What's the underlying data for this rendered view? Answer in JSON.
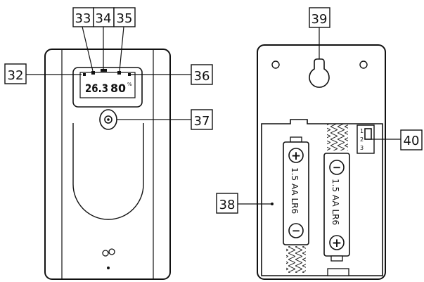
{
  "callouts": {
    "c32": "32",
    "c33": "33",
    "c34": "34",
    "c35": "35",
    "c36": "36",
    "c37": "37",
    "c38": "38",
    "c39": "39",
    "c40": "40"
  },
  "front_unit": {
    "display": {
      "reading_left": "26.3",
      "reading_right": "80",
      "unit_mark": "%"
    }
  },
  "back_unit": {
    "battery_left": {
      "label": "1.5 AA LR6",
      "top_sign": "+",
      "bottom_sign": "−"
    },
    "battery_right": {
      "label": "1.5 AA LR6",
      "top_sign": "−",
      "bottom_sign": "+"
    },
    "switch_positions": [
      "1",
      "2",
      "3"
    ]
  }
}
